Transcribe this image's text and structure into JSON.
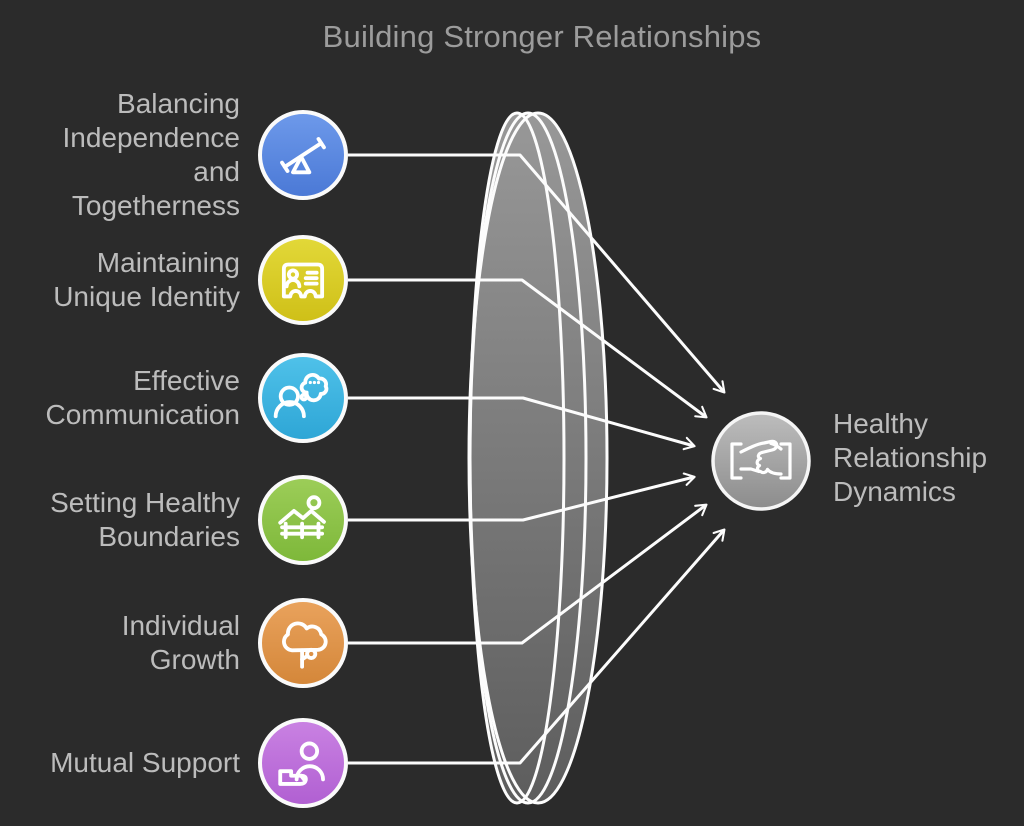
{
  "title": "Building Stronger Relationships",
  "items": [
    {
      "label": "Balancing\nIndependence\nand\nTogetherness",
      "icon": "balance-seesaw-icon",
      "gradient": {
        "top": "#6d99ea",
        "bottom": "#4b79d6"
      }
    },
    {
      "label": "Maintaining\nUnique Identity",
      "icon": "id-card-icon",
      "gradient": {
        "top": "#e2d838",
        "bottom": "#cfc018"
      }
    },
    {
      "label": "Effective\nCommunication",
      "icon": "person-thought-bubble-icon",
      "gradient": {
        "top": "#4fc1e9",
        "bottom": "#2ea6d6"
      }
    },
    {
      "label": "Setting Healthy\nBoundaries",
      "icon": "landscape-fence-icon",
      "gradient": {
        "top": "#9ccd58",
        "bottom": "#7eb83a"
      }
    },
    {
      "label": "Individual\nGrowth",
      "icon": "tree-growth-icon",
      "gradient": {
        "top": "#e9a25c",
        "bottom": "#d4873a"
      }
    },
    {
      "label": "Mutual Support",
      "icon": "person-helping-hand-icon",
      "gradient": {
        "top": "#c981e2",
        "bottom": "#b160d2"
      }
    }
  ],
  "result": {
    "label": "Healthy\nRelationship\nDynamics",
    "icon": "handshake-icon",
    "gradient": {
      "top": "#bdbdbd",
      "bottom": "#8c8c8c"
    }
  },
  "colors": {
    "background": "#2b2b2b",
    "line": "#fcfcfc",
    "lens_top": "#989898",
    "lens_bottom": "#5d5d5d",
    "node_stroke": "#f5f5f5",
    "title_text": "#9c9c9c",
    "label_text": "#bcbcbc"
  }
}
